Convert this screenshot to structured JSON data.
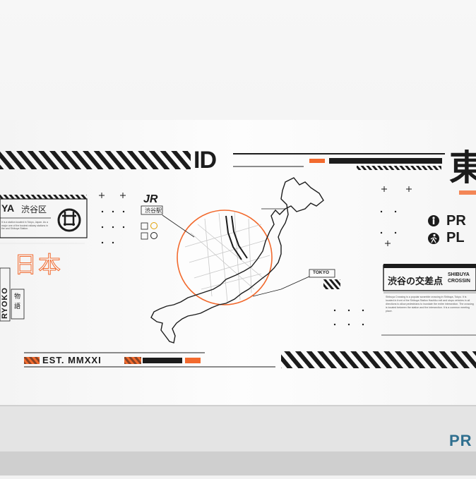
{
  "colors": {
    "background_wall": "#f2f2f2",
    "mat_surface": "#fbfbfb",
    "ink": "#1c1c1c",
    "accent": "#f26a2e",
    "table": "#d9d9d9",
    "brand": "#2f6f8f"
  },
  "mat": {
    "header_id": "ID",
    "kanji_top_right": "東",
    "location": {
      "name_partial": "YA",
      "ward": "渋谷区"
    },
    "location_description": "It is a station located in Tokyo, Japan. As a major one of the busiest railway stations in the and Shibuya Station.",
    "vertical_brand": "RYOKO",
    "kanji_japan": "日本",
    "small_vertical_kanji": "物語",
    "jr_logo": "JR",
    "station_label": "渋谷駅",
    "map_label": "TOKYO",
    "est_label": "EST. MMXXI",
    "right_heading_partial": {
      "line1": "PR",
      "line2": "PL"
    },
    "crossing": {
      "title": "渋谷の交差点",
      "subtitle_line1": "SHIBUYA",
      "subtitle_line2": "CROSSIN",
      "description": "Shibuya Crossing is a popular scramble crossing in Shibuya, Tokyo. It is located in front of the Shibuya Station Hachiko exit and stops vehicles in all directions to allow pedestrians to inundate the entire intersection. The crossing is located between the station and the intersection. It is a common meeting place."
    },
    "icons": [
      "pedestrian-icon",
      "walking-person-icon",
      "emblem-icon",
      "train-sign-icons"
    ]
  },
  "watermark": "PR"
}
